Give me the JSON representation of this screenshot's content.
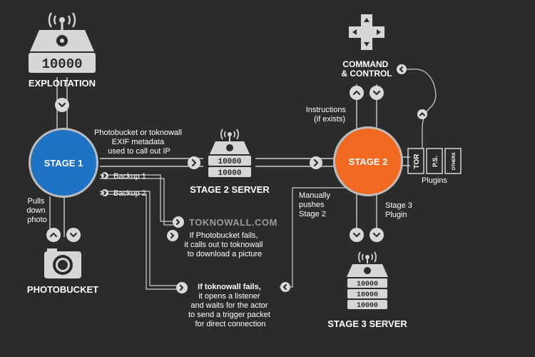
{
  "nodes": {
    "exploitation": "EXPLOITATION",
    "stage1": "STAGE 1",
    "stage2": "STAGE 2",
    "stage2_server": "STAGE 2 SERVER",
    "stage3_server": "STAGE 3 SERVER",
    "photobucket": "PHOTOBUCKET",
    "command_control": [
      "COMMAND",
      "& CONTROL"
    ],
    "toknowall": "TOKNOWALL.COM"
  },
  "server_digits": "10000",
  "plugins": {
    "items": [
      "TOR",
      "P.S.",
      "OTHERS"
    ],
    "label": "Plugins"
  },
  "labels": {
    "exif": [
      "Photobucket or toknowall",
      "EXIF metadata",
      "used to call out IP"
    ],
    "backup1": "Backup 1",
    "backup2": "Backup 2",
    "pulls": [
      "Pulls",
      "down",
      "photo"
    ],
    "instructions": [
      "Instructions",
      "(if exists)"
    ],
    "manually": [
      "Manually",
      "pushes",
      "Stage 2"
    ],
    "stage3_plugin": [
      "Stage 3",
      "Plugin"
    ],
    "photobucket_fails": [
      "If Photobucket fails,",
      "it calls out to toknowall",
      "to download a picture"
    ],
    "toknowall_fails": [
      "If toknowall fails,",
      "it opens a listener",
      "and waits for the actor",
      "to send a trigger packet",
      "for direct connection"
    ]
  },
  "colors": {
    "background": "#2b2b2b",
    "stage1": "#1f73c4",
    "stage2": "#f26a22",
    "icon": "#d6d6d6",
    "line": "#cfcfcf"
  },
  "icons": [
    "biohazard-server-icon",
    "camera-icon",
    "dpad-icon",
    "chevron-icon",
    "wifi-signal-icon"
  ]
}
